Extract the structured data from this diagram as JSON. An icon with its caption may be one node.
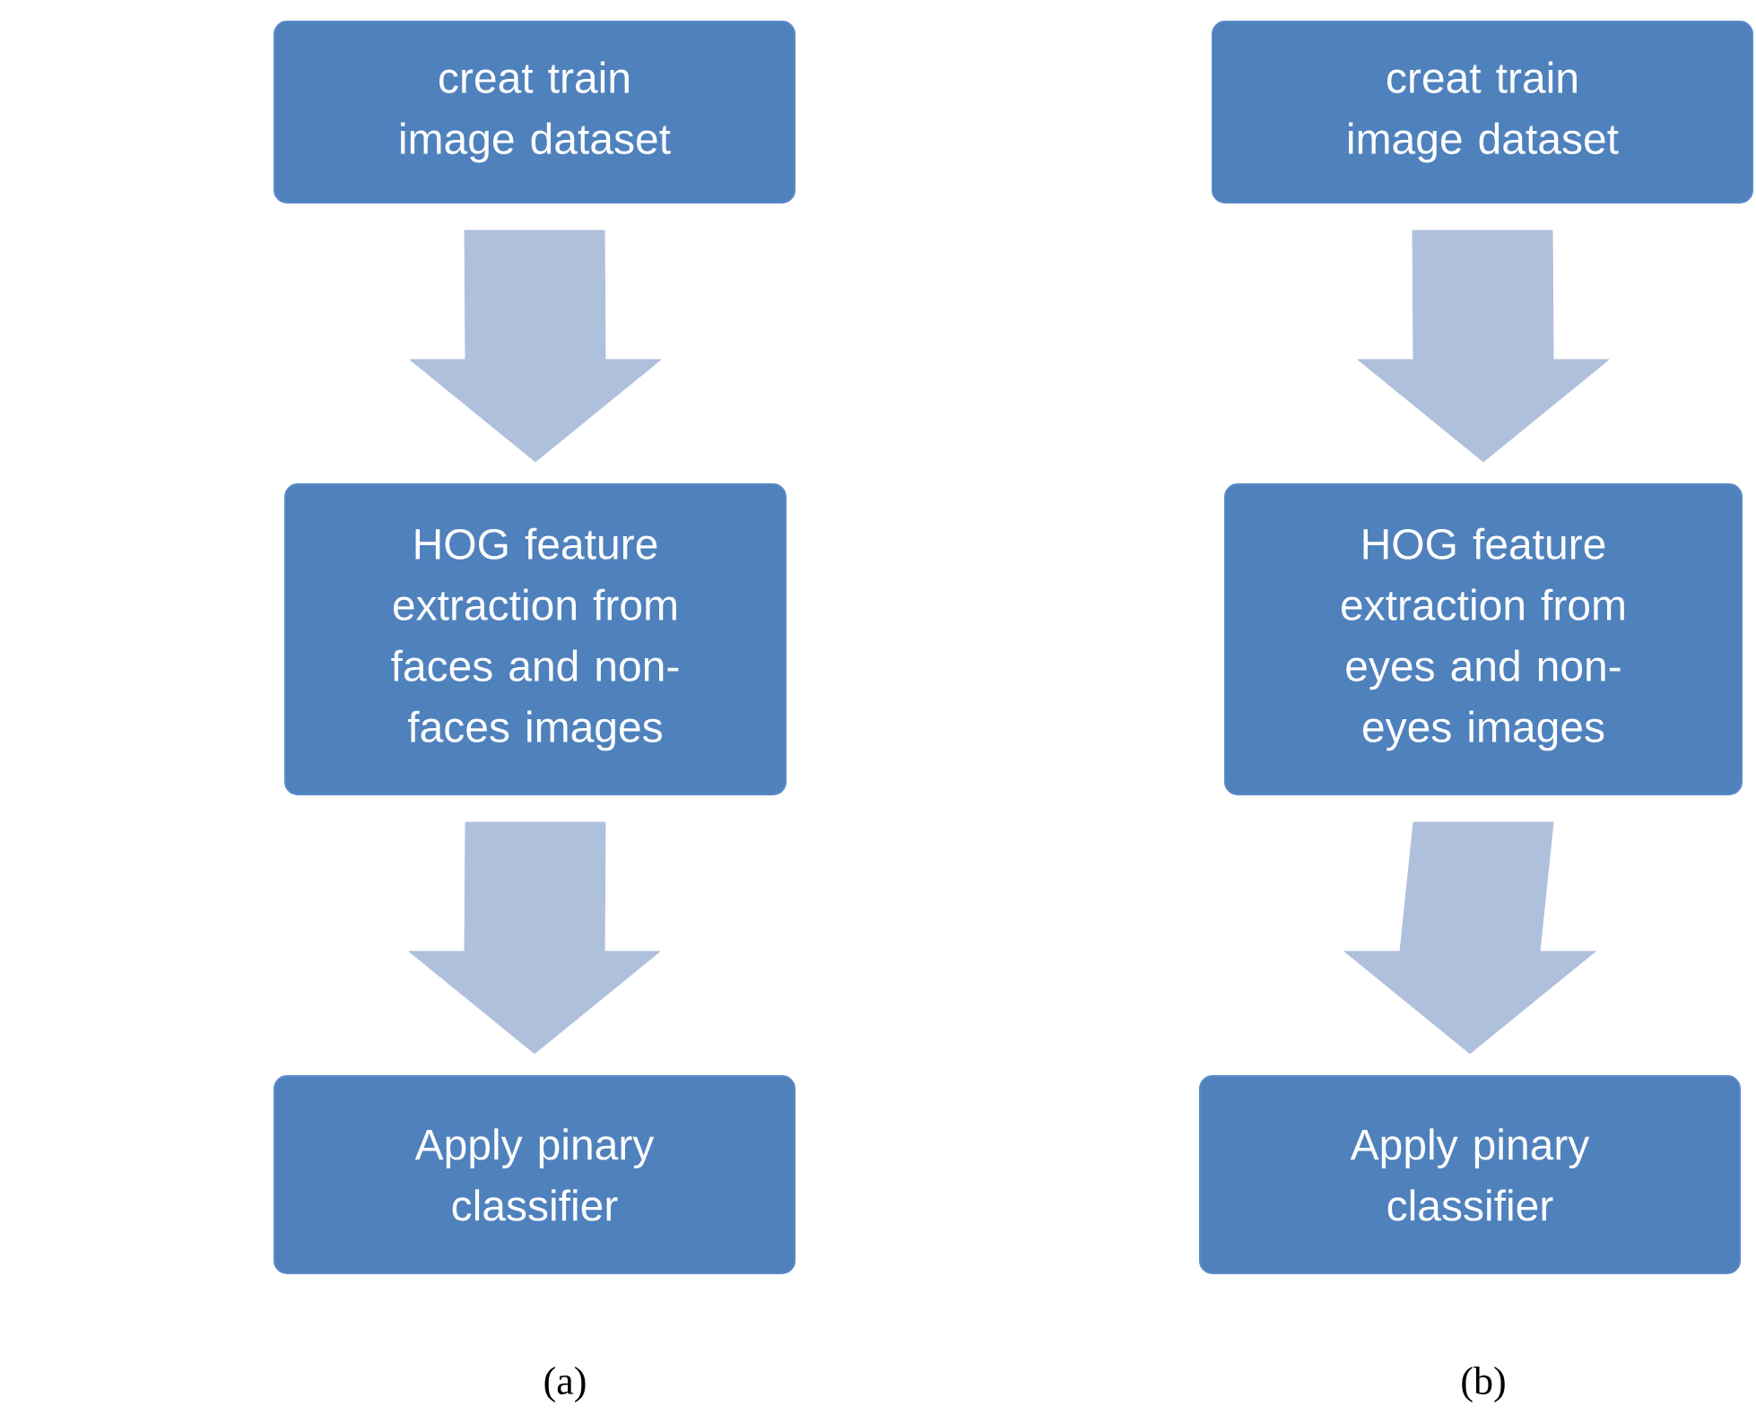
{
  "diagram": {
    "nodes": [
      {
        "text": [
          "creat train image dataset"
        ]
      },
      {
        "text": [
          "HOG feature extraction from faces and non-faces images"
        ]
      },
      {
        "text": [
          "Apply pinary classifier"
        ]
      },
      {
        "text": [
          "creat train image dataset"
        ]
      },
      {
        "text": [
          "HOG feature extraction from eyes and non-eyes images"
        ]
      },
      {
        "text": [
          "Apply pinary classifier"
        ]
      }
    ],
    "edges": [
      {
        "from": 0,
        "to": 1,
        "arrow": "to"
      },
      {
        "from": 1,
        "to": 2,
        "arrow": "to"
      },
      {
        "from": 3,
        "to": 4,
        "arrow": "to"
      },
      {
        "from": 4,
        "to": 5,
        "arrow": "to"
      }
    ],
    "labels": [
      "(a)",
      "(b)"
    ]
  }
}
